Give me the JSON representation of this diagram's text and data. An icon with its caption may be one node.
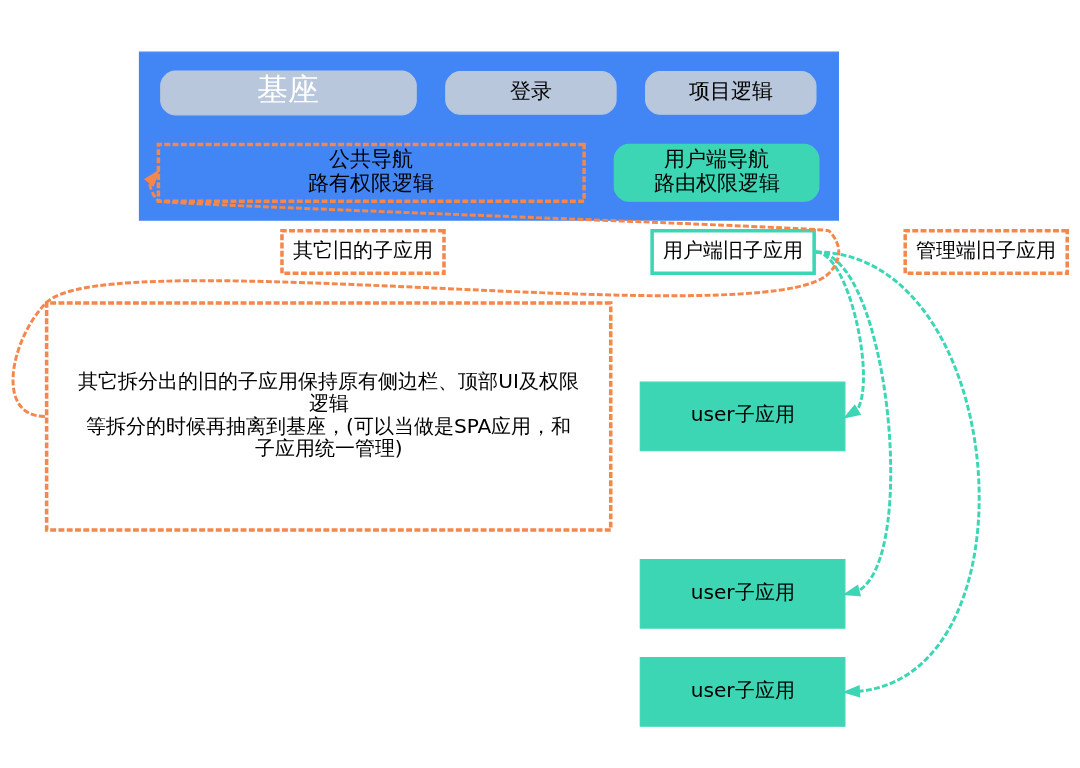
{
  "diagram": {
    "nodes": [
      {
        "text": [],
        "shape": "box"
      },
      {
        "text": [
          "基座"
        ],
        "in": 0
      },
      {
        "text": [
          "登录"
        ],
        "in": 0
      },
      {
        "text": [
          "项目逻辑"
        ],
        "in": 0
      },
      {
        "text": [
          "公共导航",
          "路有权限逻辑"
        ],
        "in": 0
      },
      {
        "text": [
          "用户端导航",
          "路由权限逻辑"
        ],
        "in": 0
      },
      {
        "text": [
          "其它旧的子应用"
        ]
      },
      {
        "text": [
          "管理端旧子应用"
        ]
      },
      {
        "text": [
          "用户端旧子应用"
        ]
      },
      {
        "text": [
          "其它拆分出的旧的子应用保持原有侧边栏、顶部UI及权限逻辑",
          "等拆分的时候再抽离到基座，(可以当做是SPA应用，和子应用统一管理)"
        ]
      },
      {
        "text": [
          "user子应用"
        ]
      },
      {
        "text": [
          "user子应用"
        ]
      },
      {
        "text": [
          "user子应用"
        ]
      }
    ],
    "edges": [
      {
        "from": 9,
        "to": 4,
        "arrow": "to",
        "style": "dashed",
        "color": "#f4874b"
      },
      {
        "from": 8,
        "to": 10,
        "arrow": "to",
        "style": "dashed"
      },
      {
        "from": 8,
        "to": 11,
        "arrow": "to",
        "style": "dashed"
      },
      {
        "from": 8,
        "to": 12,
        "arrow": "to",
        "style": "dashed"
      }
    ]
  }
}
